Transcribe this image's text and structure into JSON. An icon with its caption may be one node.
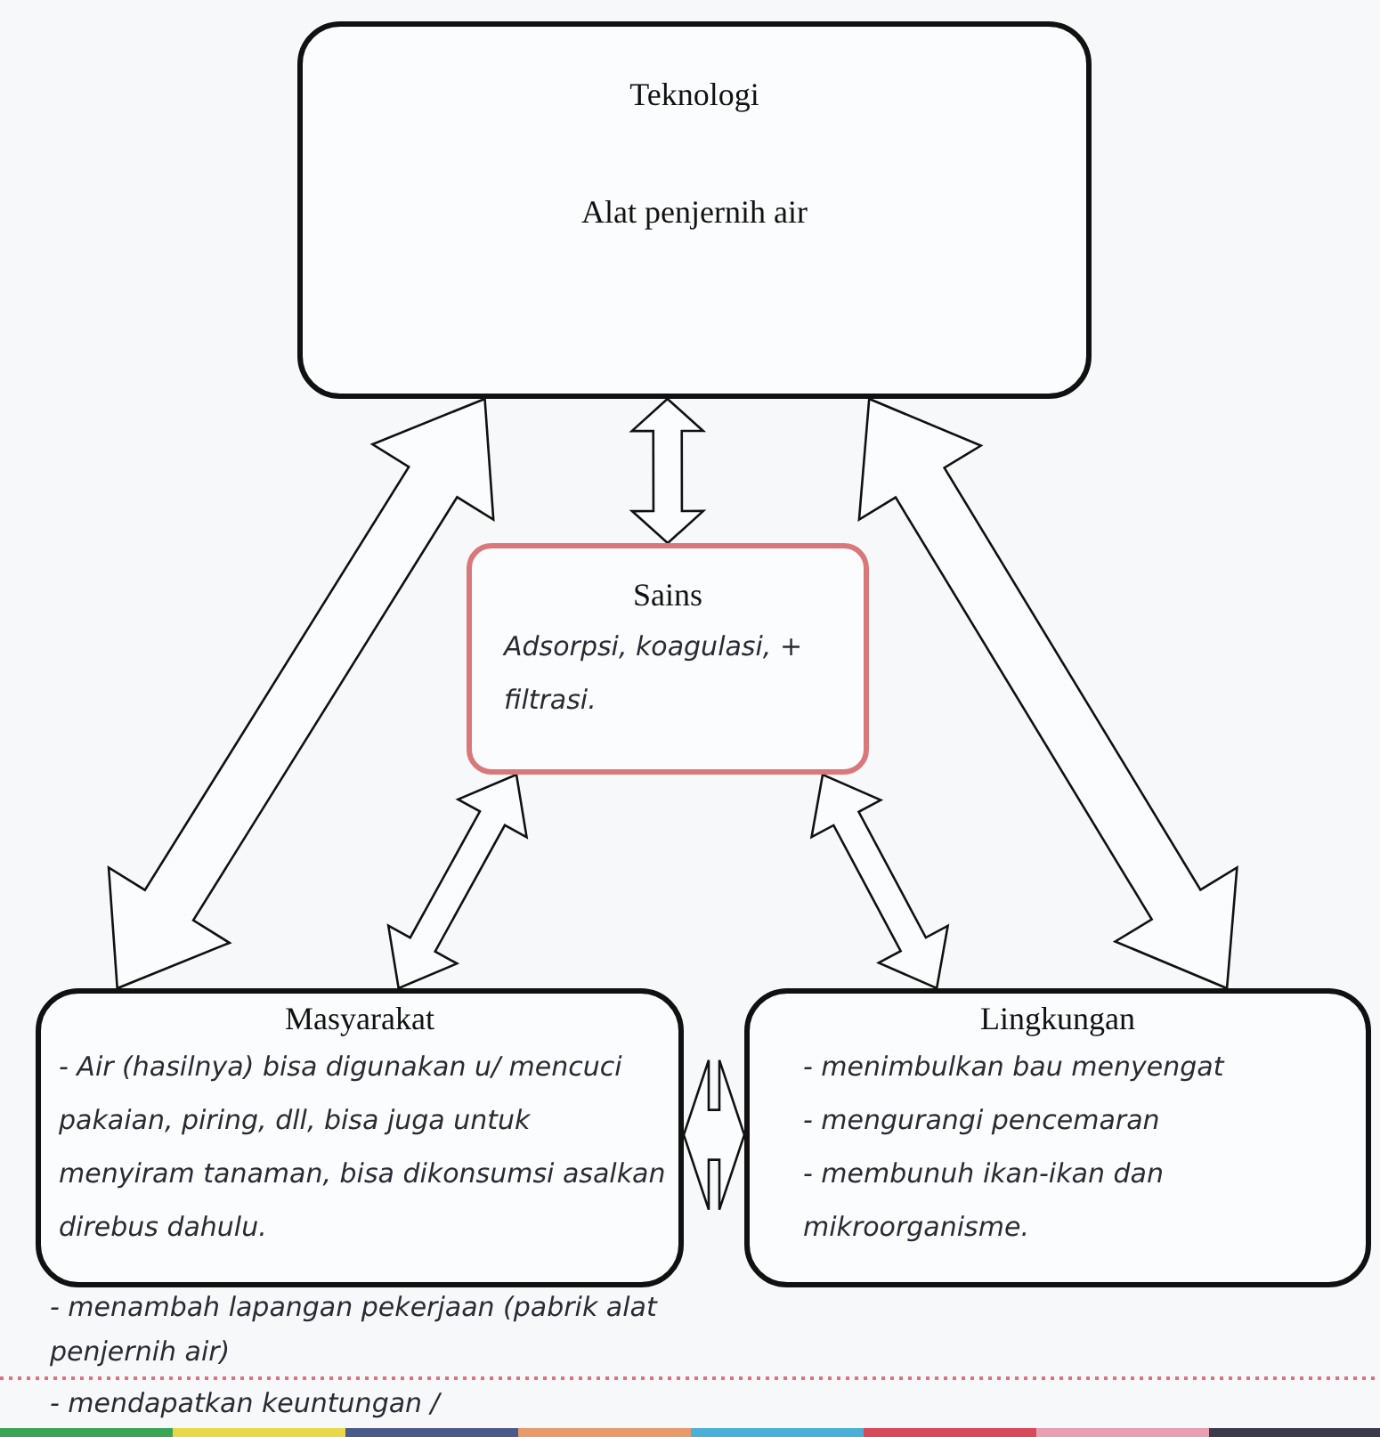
{
  "diagram": {
    "nodes": [
      {
        "text": [
          "Teknologi",
          "Alat penjernih air"
        ]
      },
      {
        "text": [
          "Sains",
          "Adsorpsi, koagulasi, + filtrasi."
        ]
      },
      {
        "text": [
          "Masyarakat",
          "- Air (hasilnya) bisa digunakan u/ mencuci pakaian, piring, dll, bisa juga untuk menyiram tanaman, bisa dikonsumsi asalkan direbus dahulu."
        ],
        "beside": [
          "- menambah lapangan pekerjaan (pabrik alat penjernih air)",
          "- mendapatkan keuntungan /"
        ]
      },
      {
        "text": [
          "Lingkungan",
          "- menimbulkan bau menyengat",
          "- mengurangi pencemaran",
          "- membunuh ikan-ikan dan mikroorganisme."
        ]
      }
    ],
    "edges": [
      {
        "from": 0,
        "to": 1,
        "arrow": "both"
      },
      {
        "from": 0,
        "to": 2,
        "arrow": "both"
      },
      {
        "from": 0,
        "to": 3,
        "arrow": "both"
      },
      {
        "from": 1,
        "to": 2,
        "arrow": "both"
      },
      {
        "from": 1,
        "to": 3,
        "arrow": "both"
      },
      {
        "from": 2,
        "to": 3,
        "arrow": "both"
      }
    ]
  }
}
